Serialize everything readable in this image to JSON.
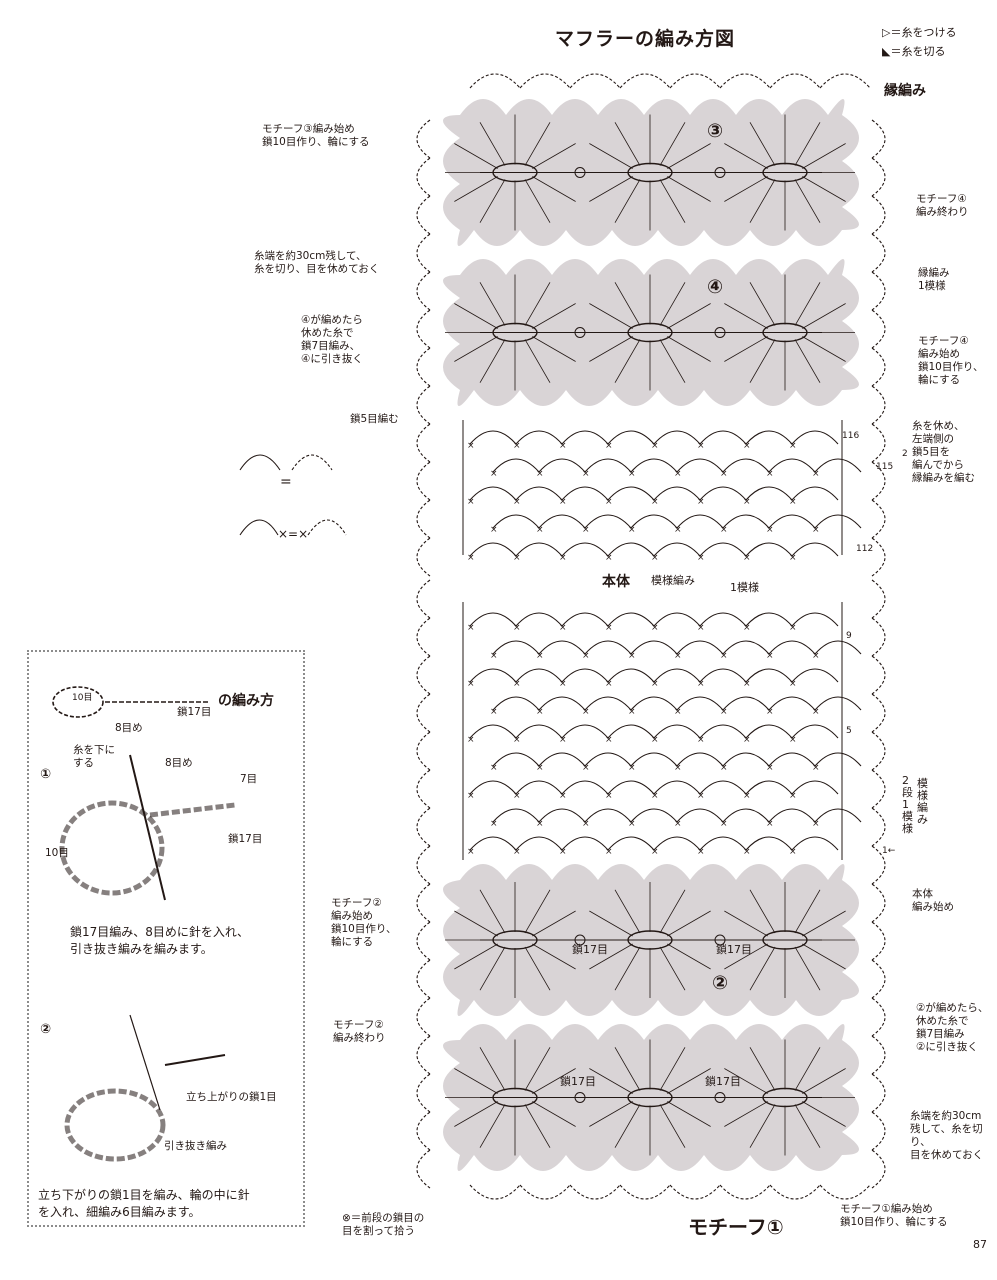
{
  "title": "マフラーの編み方図",
  "legend": {
    "attach": "＝糸をつける",
    "cut": "＝糸を切る"
  },
  "edging": "縁編み",
  "motifs": {
    "m3": "③",
    "m4": "④",
    "m2": "②",
    "m1": "モチーフ①"
  },
  "notes": {
    "m3_start": "モチーフ③編み始め\n鎖10目作り、輪にする",
    "m4_end": "モチーフ④\n編み終わり",
    "edge_repeat": "縁編み\n1模様",
    "thread_rest": "糸端を約30cm残して、\n糸を切り、目を休めておく",
    "after4": "④が編めたら\n休めた糸で\n鎖7目編み、\n④に引き抜く",
    "m4_start": "モチーフ④\n編み始め\n鎖10目作り、\n輪にする",
    "chain5": "鎖5目編む",
    "rest_left": "糸を休め、\n左端側の\n鎖5目を\n編んでから\n縁編みを編む",
    "m2_start": "モチーフ②\n編み始め\n鎖10目作り、\n輪にする",
    "body_start": "本体\n編み始め",
    "m2_end": "モチーフ②\n編み終わり",
    "after2": "②が編めたら、\n休めた糸で\n鎖7目編み\n②に引き抜く",
    "thread_rest2": "糸端を約30cm\n残して、糸を切り、\n目を休めておく",
    "m1_start": "モチーフ①編み始め\n鎖10目作り、輪にする",
    "split": "⊗＝前段の鎖目の\n目を割って拾う"
  },
  "body": {
    "label": "本体",
    "stitch": "模様編み",
    "repeat": "1模様",
    "row_repeat": "2段\n1模様",
    "row_repeat_label": "模様編み"
  },
  "row_numbers": [
    "116",
    "115",
    "2",
    "112",
    "9",
    "5",
    "1←"
  ],
  "counts": {
    "chain17": "鎖17目"
  },
  "how_to": {
    "heading": "の編み方",
    "label_10": "10目",
    "label_8": "8目め",
    "label_chain17": "鎖17目",
    "step1_num": "①",
    "thread_down": "糸を下に\nする",
    "label_8b": "8目め",
    "label_7": "7目",
    "label_10b": "10目",
    "label_chain17b": "鎖17目",
    "step1_text": "鎖17目編み、8目めに針を入れ、\n引き抜き編みを編みます。",
    "step2_num": "②",
    "rise_chain": "立ち上がりの鎖1目",
    "slip": "引き抜き編み",
    "step2_text": "立ち下がりの鎖1目を編み、輪の中に針\nを入れ、細編み6目編みます。"
  },
  "page_number": "87",
  "colors": {
    "motif_fill": "#d9d4d6",
    "ink": "#231815"
  }
}
